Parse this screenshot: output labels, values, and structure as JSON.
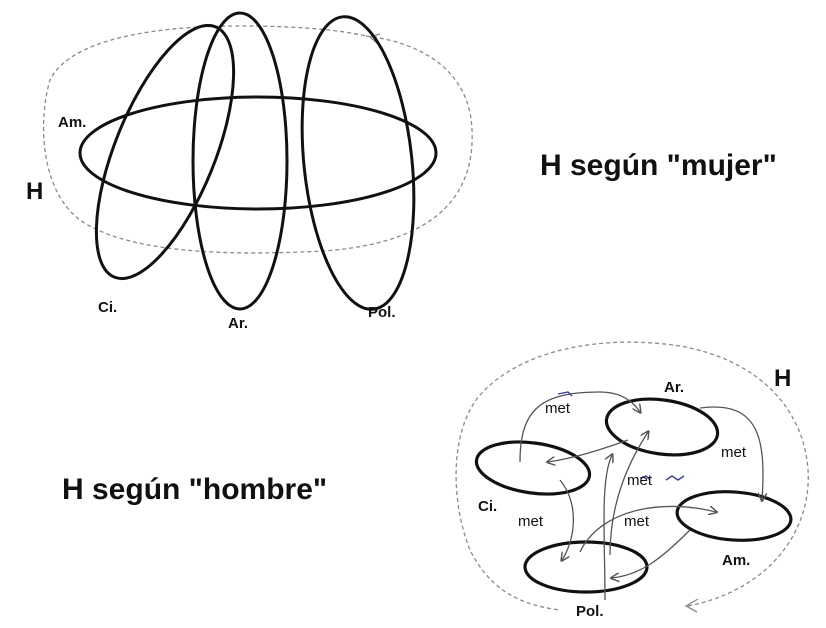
{
  "top_diagram": {
    "outer_label": "H",
    "title": "H según \"mujer\"",
    "labels": {
      "amor": "Am.",
      "ciencia": "Ci.",
      "arte": "Ar.",
      "politica": "Pol."
    }
  },
  "bottom_diagram": {
    "outer_label": "H",
    "title": "H según \"hombre\"",
    "labels": {
      "arte": "Ar.",
      "ciencia": "Ci.",
      "amor": "Am.",
      "politica": "Pol."
    },
    "connector_labels": [
      "met",
      "met",
      "met",
      "met",
      "met"
    ]
  },
  "colors": {
    "line": "#111111",
    "dashed": "#8a8a8a",
    "arrow": "#555555",
    "scribble": "#3a3aa0"
  }
}
